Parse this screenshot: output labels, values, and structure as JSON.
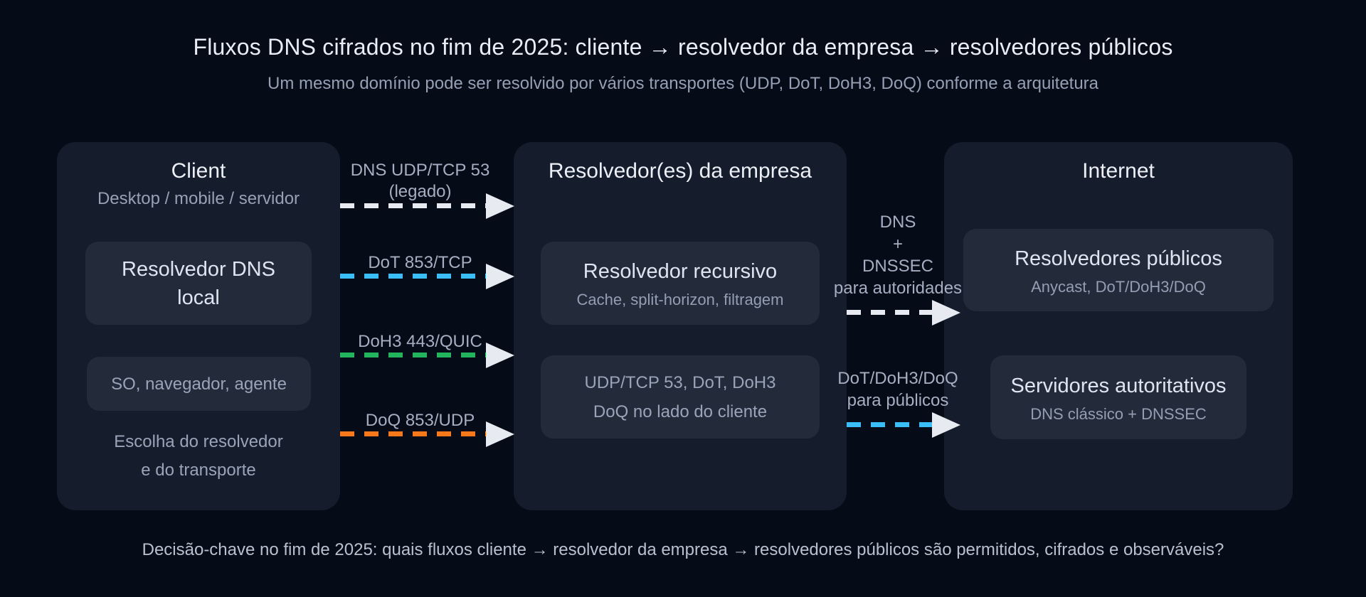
{
  "header": {
    "title": "Fluxos DNS cifrados no fim de 2025: cliente → resolvedor da empresa → resolvedores públicos",
    "subtitle": "Um mesmo domínio pode ser resolvido por vários transportes (UDP, DoT, DoH3, DoQ) conforme a arquitetura"
  },
  "columns": {
    "client": {
      "title": "Client",
      "subtitle": "Desktop / mobile / servidor",
      "resolver_box": "Resolvedor DNS local",
      "software_box": "SO, navegador, agente",
      "footnote_line1": "Escolha do resolvedor",
      "footnote_line2": "e do transporte"
    },
    "company": {
      "title": "Resolvedor(es) da empresa",
      "recursive_box_title": "Resolvedor recursivo",
      "recursive_box_subtitle": "Cache, split-horizon, filtragem",
      "transports_box_line1": "UDP/TCP 53, DoT, DoH3",
      "transports_box_line2": "DoQ no lado do cliente"
    },
    "internet": {
      "title": "Internet",
      "public_box_title": "Resolvedores públicos",
      "public_box_subtitle": "Anycast, DoT/DoH3/DoQ",
      "authoritative_box_title": "Servidores autoritativos",
      "authoritative_box_subtitle": "DNS clássico + DNSSEC"
    }
  },
  "flows_client_to_company": [
    {
      "label_lines": [
        "DNS UDP/TCP 53",
        "(legado)"
      ],
      "color": "#e7eaf1"
    },
    {
      "label_lines": [
        "DoT 853/TCP"
      ],
      "color": "#3bbdf8"
    },
    {
      "label_lines": [
        "DoH3 443/QUIC"
      ],
      "color": "#22b55e"
    },
    {
      "label_lines": [
        "DoQ 853/UDP"
      ],
      "color": "#f9791a"
    }
  ],
  "flows_company_to_internet": [
    {
      "label_lines": [
        "DNS",
        "+",
        "DNSSEC",
        "para autoridades"
      ],
      "color": "#e7eaf1"
    },
    {
      "label_lines": [
        "DoT/DoH3/DoQ",
        "para públicos"
      ],
      "color": "#3bbdf8"
    }
  ],
  "caption": "Decisão-chave no fim de 2025: quais fluxos cliente → resolvedor da empresa → resolvedores públicos são permitidos, cifrados e observáveis?",
  "colors": {
    "background": "#050b17",
    "panel": "#151c2c",
    "node": "#232b3b",
    "arrowhead": "#e7eaf1",
    "legacy_dash": "#e7eaf1",
    "dot_dash": "#3bbdf8",
    "doh3_dash": "#22b55e",
    "doq_dash": "#f9791a"
  }
}
